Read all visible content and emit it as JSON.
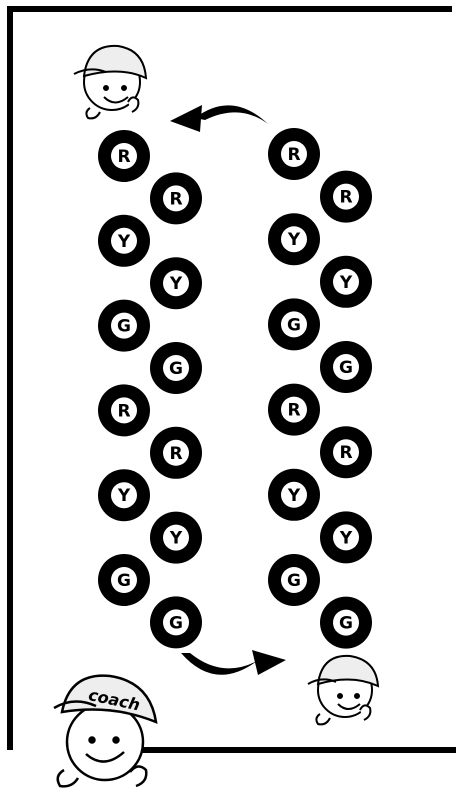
{
  "coach_label": "coach",
  "colors": {
    "ink": "#000000",
    "paper": "#ffffff"
  },
  "left_column": [
    "R",
    "R",
    "Y",
    "Y",
    "G",
    "G",
    "R",
    "R",
    "Y",
    "Y",
    "G",
    "G"
  ],
  "right_column": [
    "R",
    "R",
    "Y",
    "Y",
    "G",
    "G",
    "R",
    "R",
    "Y",
    "Y",
    "G",
    "G"
  ],
  "figures": [
    "player-figure-top-left",
    "player-figure-bottom-right",
    "coach-figure"
  ],
  "arrows": [
    "rotation-arrow-top",
    "rotation-arrow-bottom"
  ]
}
